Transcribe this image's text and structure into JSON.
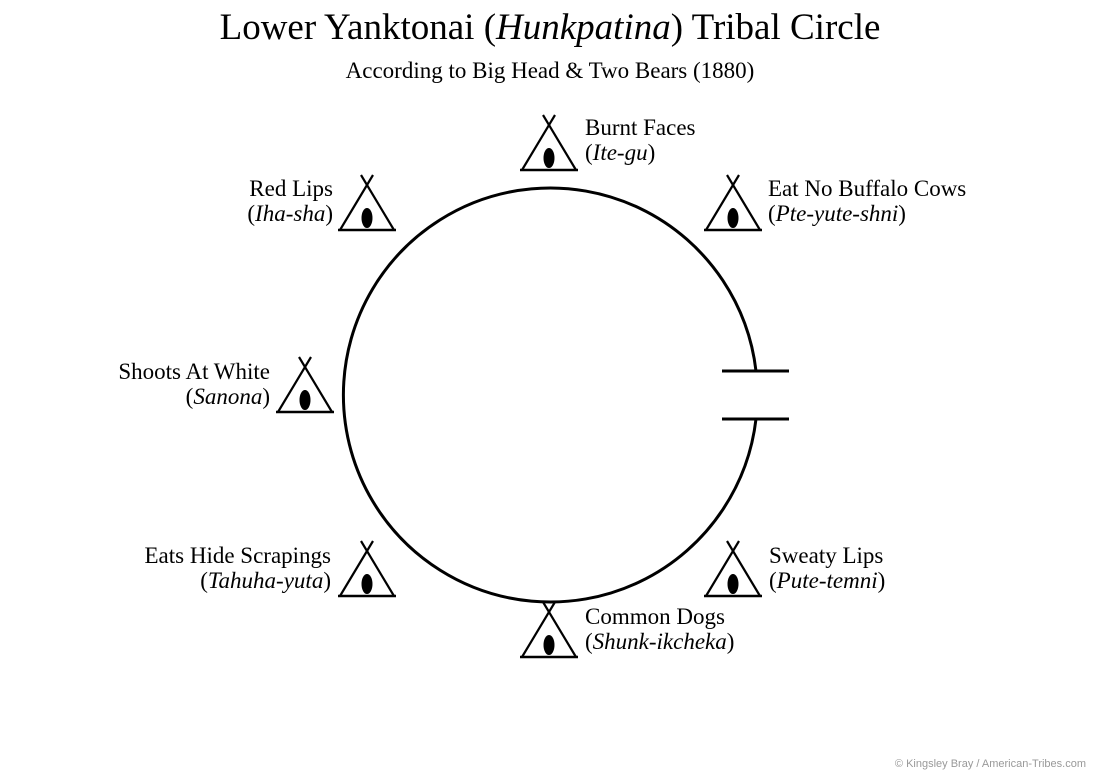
{
  "title": {
    "pre": "Lower Yanktonai (",
    "italic": "Hunkpatina",
    "post": ") Tribal Circle"
  },
  "subtitle": "According to Big Head & Two Bears (1880)",
  "bands": [
    {
      "name": "Burnt Faces",
      "native": "Ite-gu"
    },
    {
      "name": "Red Lips",
      "native": "Iha-sha"
    },
    {
      "name": "Eat No Buffalo Cows",
      "native": "Pte-yute-shni"
    },
    {
      "name": "Shoots At White",
      "native": "Sanona"
    },
    {
      "name": "Eats Hide Scrapings",
      "native": "Tahuha-yuta"
    },
    {
      "name": "Sweaty Lips",
      "native": "Pute-temni"
    },
    {
      "name": "Common Dogs",
      "native": "Shunk-ikcheka"
    }
  ],
  "footer": "© Kingsley Bray / American-Tribes.com"
}
